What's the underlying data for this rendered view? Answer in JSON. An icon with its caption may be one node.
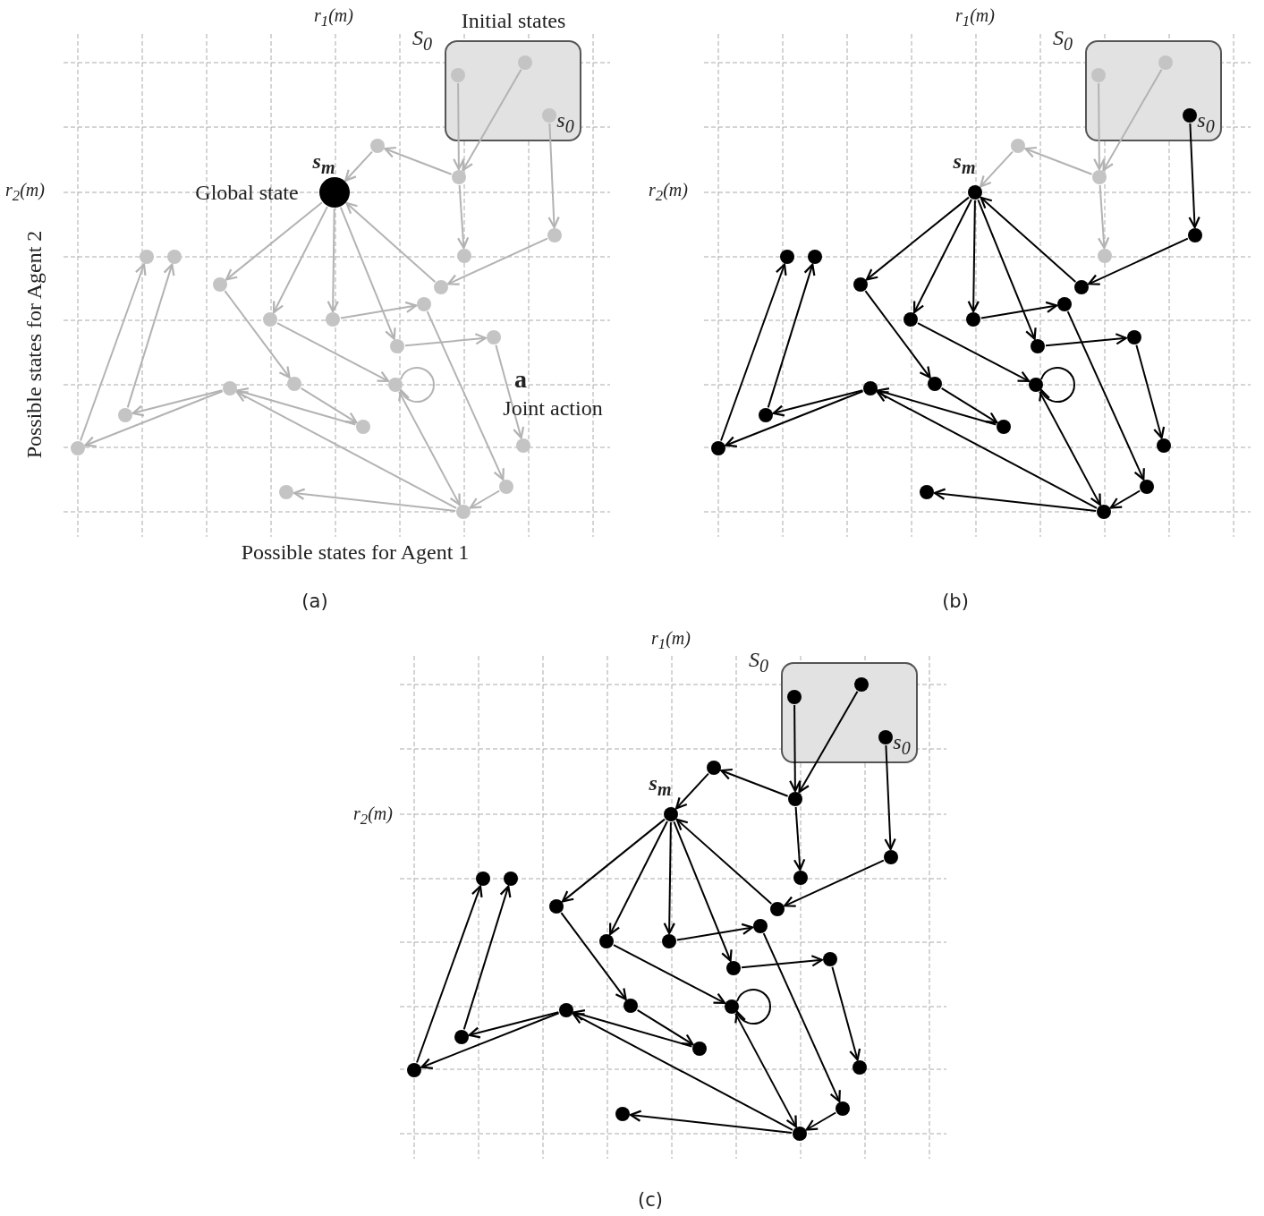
{
  "diagram": {
    "nodes": [
      {
        "text": [
          "S$_{0}$",
          "Initial states"
        ]
      },
      {
        "text": [],
        "shape": "circle",
        "in": 0
      },
      {
        "text": [],
        "shape": "circle",
        "in": 0
      },
      {
        "text": [],
        "shape": "circle",
        "in": 0,
        "beside": [
          "s$_{0}$"
        ]
      },
      {
        "text": [],
        "shape": "circle"
      },
      {
        "text": [],
        "shape": "circle"
      },
      {
        "text": [],
        "shape": "circle",
        "beside": [
          "s$_{m}$",
          "Global state"
        ]
      },
      {
        "text": [],
        "shape": "circle"
      },
      {
        "text": [],
        "shape": "circle"
      },
      {
        "text": [],
        "shape": "circle"
      },
      {
        "text": [],
        "shape": "circle"
      },
      {
        "text": [],
        "shape": "circle"
      },
      {
        "text": [],
        "shape": "circle"
      },
      {
        "text": [],
        "shape": "circle"
      },
      {
        "text": [],
        "shape": "circle"
      },
      {
        "text": [],
        "shape": "circle"
      },
      {
        "text": [],
        "shape": "circle"
      },
      {
        "text": [],
        "shape": "circle"
      },
      {
        "text": [],
        "shape": "circle"
      },
      {
        "text": [],
        "shape": "circle"
      },
      {
        "text": [],
        "shape": "circle"
      },
      {
        "text": [],
        "shape": "circle"
      },
      {
        "text": [],
        "shape": "circle"
      },
      {
        "text": [],
        "shape": "circle"
      },
      {
        "text": [],
        "shape": "circle"
      },
      {
        "text": [],
        "shape": "circle"
      },
      {
        "text": [],
        "shape": "circle"
      },
      {
        "text": [],
        "shape": "circle"
      },
      {
        "text": [
          "S$_{0}$"
        ]
      },
      {
        "text": [],
        "shape": "circle",
        "in": 28
      },
      {
        "text": [],
        "shape": "circle",
        "in": 28
      },
      {
        "text": [],
        "shape": "circle",
        "in": 28,
        "beside": [
          "s$_{0}$"
        ]
      },
      {
        "text": [],
        "shape": "circle"
      },
      {
        "text": [],
        "shape": "circle"
      },
      {
        "text": [],
        "shape": "circle",
        "beside": [
          "s$_{m}$"
        ]
      },
      {
        "text": [],
        "shape": "circle"
      },
      {
        "text": [],
        "shape": "circle"
      },
      {
        "text": [],
        "shape": "circle"
      },
      {
        "text": [],
        "shape": "circle"
      },
      {
        "text": [],
        "shape": "circle"
      },
      {
        "text": [],
        "shape": "circle"
      },
      {
        "text": [],
        "shape": "circle"
      },
      {
        "text": [],
        "shape": "circle"
      },
      {
        "text": [],
        "shape": "circle"
      },
      {
        "text": [],
        "shape": "circle"
      },
      {
        "text": [],
        "shape": "circle"
      },
      {
        "text": [],
        "shape": "circle"
      },
      {
        "text": [],
        "shape": "circle"
      },
      {
        "text": [],
        "shape": "circle"
      },
      {
        "text": [],
        "shape": "circle"
      },
      {
        "text": [],
        "shape": "circle"
      },
      {
        "text": [],
        "shape": "circle"
      },
      {
        "text": [],
        "shape": "circle"
      },
      {
        "text": [],
        "shape": "circle"
      },
      {
        "text": [],
        "shape": "circle"
      },
      {
        "text": [],
        "shape": "circle"
      },
      {
        "text": [
          "S$_{0}$"
        ]
      },
      {
        "text": [],
        "shape": "circle",
        "in": 56
      },
      {
        "text": [],
        "shape": "circle",
        "in": 56
      },
      {
        "text": [],
        "shape": "circle",
        "in": 56,
        "beside": [
          "s$_{0}$"
        ]
      },
      {
        "text": [],
        "shape": "circle"
      },
      {
        "text": [],
        "shape": "circle"
      },
      {
        "text": [],
        "shape": "circle",
        "beside": [
          "s$_{m}$"
        ]
      },
      {
        "text": [],
        "shape": "circle"
      },
      {
        "text": [],
        "shape": "circle"
      },
      {
        "text": [],
        "shape": "circle"
      },
      {
        "text": [],
        "shape": "circle"
      },
      {
        "text": [],
        "shape": "circle"
      },
      {
        "text": [],
        "shape": "circle"
      },
      {
        "text": [],
        "shape": "circle"
      },
      {
        "text": [],
        "shape": "circle"
      },
      {
        "text": [],
        "shape": "circle"
      },
      {
        "text": [],
        "shape": "circle"
      },
      {
        "text": [],
        "shape": "circle"
      },
      {
        "text": [],
        "shape": "circle"
      },
      {
        "text": [],
        "shape": "circle"
      },
      {
        "text": [],
        "shape": "circle"
      },
      {
        "text": [],
        "shape": "circle"
      },
      {
        "text": [],
        "shape": "circle"
      },
      {
        "text": [],
        "shape": "circle"
      },
      {
        "text": [],
        "shape": "circle"
      },
      {
        "text": [],
        "shape": "circle"
      },
      {
        "text": [],
        "shape": "circle"
      },
      {
        "text": [],
        "shape": "circle"
      }
    ],
    "edges": [
      {
        "from": 1,
        "to": 4,
        "arrow": "to",
        "color": "#b3b3b3"
      },
      {
        "from": 2,
        "to": 4,
        "arrow": "to",
        "color": "#b3b3b3"
      },
      {
        "from": 4,
        "to": 5,
        "arrow": "to",
        "color": "#b3b3b3"
      },
      {
        "from": 4,
        "to": 7,
        "arrow": "to",
        "color": "#b3b3b3"
      },
      {
        "from": 5,
        "to": 6,
        "arrow": "to",
        "color": "#b3b3b3"
      },
      {
        "from": 3,
        "to": 8,
        "arrow": "to",
        "color": "#b3b3b3"
      },
      {
        "from": 8,
        "to": 9,
        "arrow": "to",
        "color": "#b3b3b3"
      },
      {
        "from": 9,
        "to": 6,
        "arrow": "to",
        "color": "#b3b3b3"
      },
      {
        "from": 6,
        "to": 10,
        "arrow": "to",
        "color": "#b3b3b3"
      },
      {
        "from": 6,
        "to": 11,
        "arrow": "to",
        "color": "#b3b3b3"
      },
      {
        "from": 6,
        "to": 12,
        "arrow": "to",
        "color": "#b3b3b3"
      },
      {
        "from": 6,
        "to": 14,
        "arrow": "to",
        "color": "#b3b3b3"
      },
      {
        "from": 12,
        "to": 13,
        "arrow": "to",
        "color": "#b3b3b3"
      },
      {
        "from": 13,
        "to": 25,
        "arrow": "to",
        "color": "#b3b3b3"
      },
      {
        "from": 14,
        "to": 15,
        "arrow": "to",
        "color": "#b3b3b3"
      },
      {
        "from": 15,
        "to": 24,
        "arrow": "to",
        "color": "#b3b3b3"
      },
      {
        "from": 11,
        "to": 16,
        "arrow": "to",
        "color": "#b3b3b3"
      },
      {
        "from": 16,
        "to": 16,
        "arrow": "to",
        "color": "#b3b3b3"
      },
      {
        "from": 10,
        "to": 17,
        "arrow": "to",
        "color": "#b3b3b3"
      },
      {
        "from": 17,
        "to": 19,
        "arrow": "to",
        "color": "#b3b3b3"
      },
      {
        "from": 19,
        "to": 18,
        "arrow": "to",
        "color": "#b3b3b3"
      },
      {
        "from": 27,
        "to": 18,
        "arrow": "to",
        "color": "#b3b3b3"
      },
      {
        "from": 18,
        "to": 20,
        "arrow": "to",
        "color": "#b3b3b3"
      },
      {
        "from": 18,
        "to": 23,
        "arrow": "to",
        "color": "#b3b3b3"
      },
      {
        "from": 20,
        "to": 22,
        "arrow": "to",
        "color": "#b3b3b3"
      },
      {
        "from": 23,
        "to": 21,
        "arrow": "to",
        "color": "#b3b3b3"
      },
      {
        "from": 16,
        "to": 27,
        "arrow": "to",
        "color": "#b3b3b3"
      },
      {
        "from": 25,
        "to": 27,
        "arrow": "to",
        "color": "#b3b3b3"
      },
      {
        "from": 27,
        "to": 26,
        "arrow": "to",
        "color": "#b3b3b3"
      },
      {
        "from": 29,
        "to": 32,
        "arrow": "to",
        "color": "#b3b3b3"
      },
      {
        "from": 30,
        "to": 32,
        "arrow": "to",
        "color": "#b3b3b3"
      },
      {
        "from": 32,
        "to": 33,
        "arrow": "to",
        "color": "#b3b3b3"
      },
      {
        "from": 32,
        "to": 35,
        "arrow": "to",
        "color": "#b3b3b3"
      },
      {
        "from": 33,
        "to": 34,
        "arrow": "to",
        "color": "#b3b3b3"
      },
      {
        "from": 31,
        "to": 36,
        "arrow": "to"
      },
      {
        "from": 36,
        "to": 37,
        "arrow": "to"
      },
      {
        "from": 37,
        "to": 34,
        "arrow": "to"
      },
      {
        "from": 34,
        "to": 38,
        "arrow": "to"
      },
      {
        "from": 34,
        "to": 39,
        "arrow": "to"
      },
      {
        "from": 34,
        "to": 40,
        "arrow": "to"
      },
      {
        "from": 34,
        "to": 42,
        "arrow": "to"
      },
      {
        "from": 40,
        "to": 41,
        "arrow": "to"
      },
      {
        "from": 41,
        "to": 53,
        "arrow": "to"
      },
      {
        "from": 42,
        "to": 43,
        "arrow": "to"
      },
      {
        "from": 43,
        "to": 52,
        "arrow": "to"
      },
      {
        "from": 39,
        "to": 44,
        "arrow": "to"
      },
      {
        "from": 44,
        "to": 44,
        "arrow": "to"
      },
      {
        "from": 38,
        "to": 45,
        "arrow": "to"
      },
      {
        "from": 45,
        "to": 47,
        "arrow": "to"
      },
      {
        "from": 47,
        "to": 46,
        "arrow": "to"
      },
      {
        "from": 55,
        "to": 46,
        "arrow": "to"
      },
      {
        "from": 46,
        "to": 48,
        "arrow": "to"
      },
      {
        "from": 46,
        "to": 51,
        "arrow": "to"
      },
      {
        "from": 48,
        "to": 50,
        "arrow": "to"
      },
      {
        "from": 51,
        "to": 49,
        "arrow": "to"
      },
      {
        "from": 44,
        "to": 55,
        "arrow": "to"
      },
      {
        "from": 53,
        "to": 55,
        "arrow": "to"
      },
      {
        "from": 55,
        "to": 54,
        "arrow": "to"
      },
      {
        "from": 57,
        "to": 60,
        "arrow": "to"
      },
      {
        "from": 58,
        "to": 60,
        "arrow": "to"
      },
      {
        "from": 60,
        "to": 61,
        "arrow": "to"
      },
      {
        "from": 60,
        "to": 63,
        "arrow": "to"
      },
      {
        "from": 61,
        "to": 62,
        "arrow": "to"
      },
      {
        "from": 59,
        "to": 64,
        "arrow": "to"
      },
      {
        "from": 64,
        "to": 65,
        "arrow": "to"
      },
      {
        "from": 65,
        "to": 62,
        "arrow": "to"
      },
      {
        "from": 62,
        "to": 66,
        "arrow": "to"
      },
      {
        "from": 62,
        "to": 67,
        "arrow": "to"
      },
      {
        "from": 62,
        "to": 68,
        "arrow": "to"
      },
      {
        "from": 62,
        "to": 70,
        "arrow": "to"
      },
      {
        "from": 68,
        "to": 69,
        "arrow": "to"
      },
      {
        "from": 69,
        "to": 81,
        "arrow": "to"
      },
      {
        "from": 70,
        "to": 71,
        "arrow": "to"
      },
      {
        "from": 71,
        "to": 80,
        "arrow": "to"
      },
      {
        "from": 67,
        "to": 72,
        "arrow": "to"
      },
      {
        "from": 72,
        "to": 72,
        "arrow": "to"
      },
      {
        "from": 66,
        "to": 73,
        "arrow": "to"
      },
      {
        "from": 73,
        "to": 75,
        "arrow": "to"
      },
      {
        "from": 75,
        "to": 74,
        "arrow": "to"
      },
      {
        "from": 83,
        "to": 74,
        "arrow": "to"
      },
      {
        "from": 74,
        "to": 76,
        "arrow": "to"
      },
      {
        "from": 74,
        "to": 79,
        "arrow": "to"
      },
      {
        "from": 76,
        "to": 78,
        "arrow": "to"
      },
      {
        "from": 79,
        "to": 77,
        "arrow": "to"
      },
      {
        "from": 72,
        "to": 83,
        "arrow": "to"
      },
      {
        "from": 81,
        "to": 83,
        "arrow": "to"
      },
      {
        "from": 83,
        "to": 82,
        "arrow": "to"
      }
    ],
    "labels": [
      "r$_{1}$(m)",
      "r$_{2}$(m)",
      "a",
      "Joint action",
      "Possible states for Agent 2",
      "Possible states for Agent 1",
      "(a)",
      "r$_{1}$(m)",
      "r$_{2}$(m)",
      "(b)",
      "r$_{1}$(m)",
      "r$_{2}$(m)",
      "(c)"
    ]
  }
}
